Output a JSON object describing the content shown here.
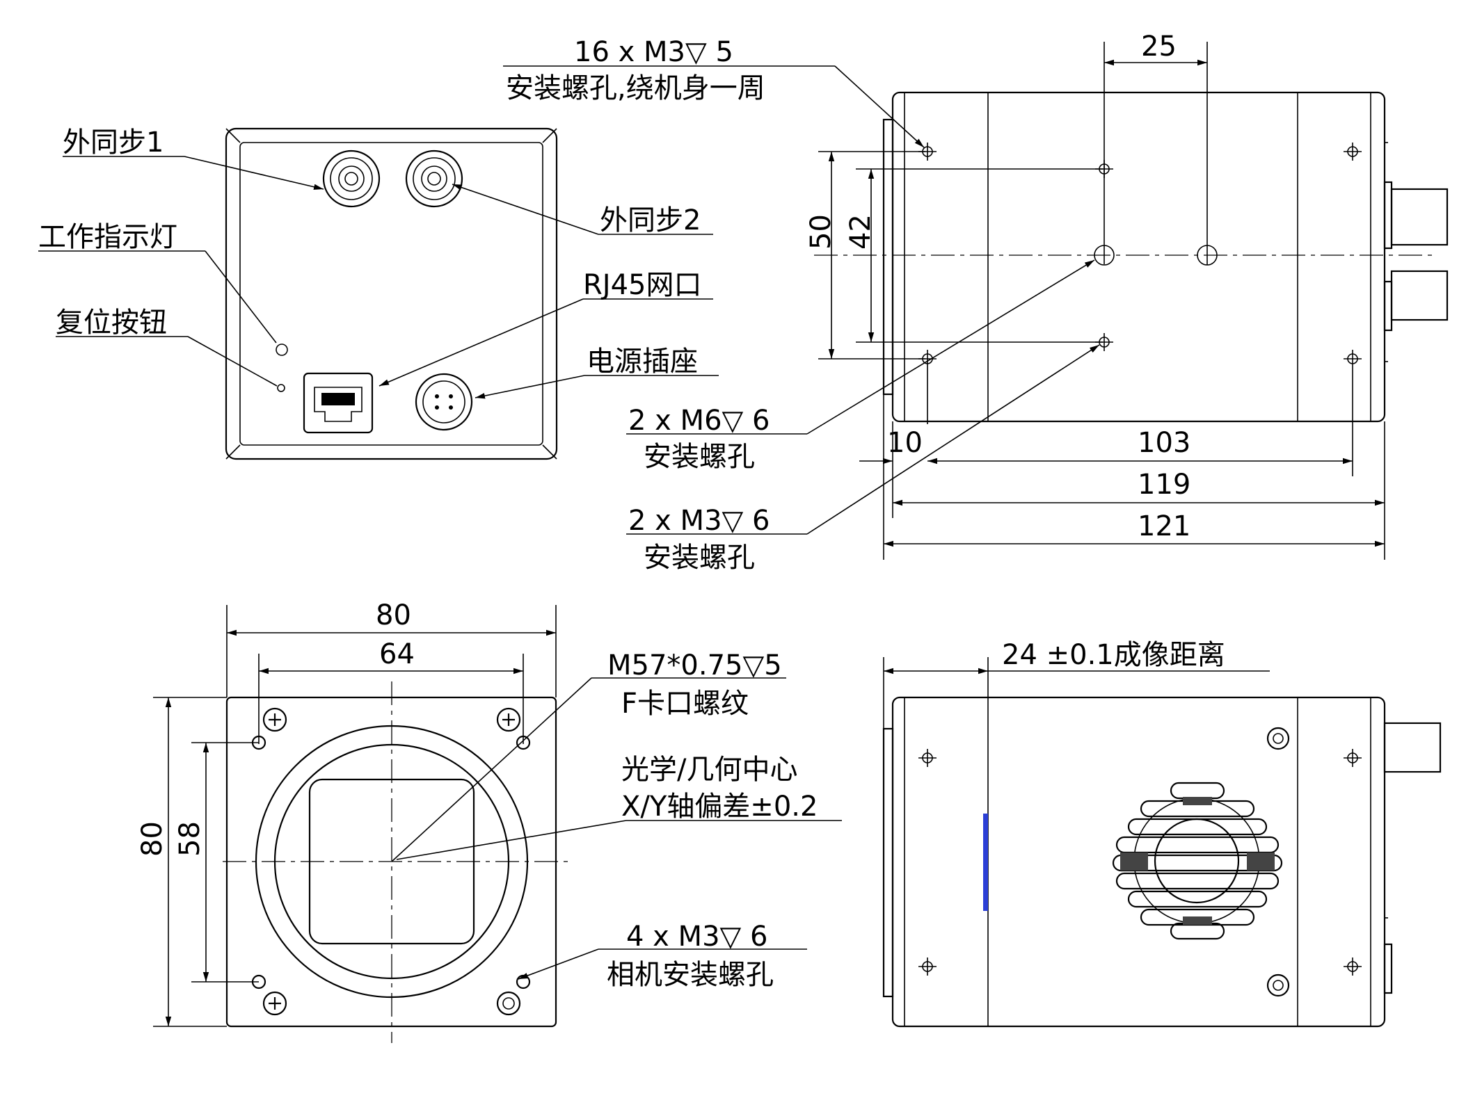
{
  "labels": {
    "ext_sync_1": "外同步1",
    "ext_sync_2": "外同步2",
    "work_indicator": "工作指示灯",
    "reset_button": "复位按钮",
    "rj45_port": "RJ45网口",
    "power_socket": "电源插座",
    "top_holes_spec": "16 x M3▽ 5",
    "top_holes_desc": "安装螺孔,绕机身一周",
    "m6_spec": "2 x M6▽ 6",
    "m6_desc": "安装螺孔",
    "m3_spec": "2 x M3▽ 6",
    "m3_desc": "安装螺孔",
    "fmount_spec": "M57*0.75▽5",
    "fmount_desc": "F卡口螺纹",
    "optical_center_1": "光学/几何中心",
    "optical_center_2": "X/Y轴偏差±0.2",
    "camera_holes_spec": "4 x M3▽ 6",
    "camera_holes_desc": "相机安装螺孔",
    "imaging_distance": "24 ±0.1成像距离"
  },
  "dimensions": {
    "d25": "25",
    "d50": "50",
    "d42": "42",
    "d10": "10",
    "d103": "103",
    "d119": "119",
    "d121": "121",
    "front_width": "80",
    "front_inner": "64",
    "front_height": "80",
    "front_inner_h": "58"
  },
  "colors": {
    "line": "#000000",
    "sensor_mark": "#2b3fd6"
  }
}
